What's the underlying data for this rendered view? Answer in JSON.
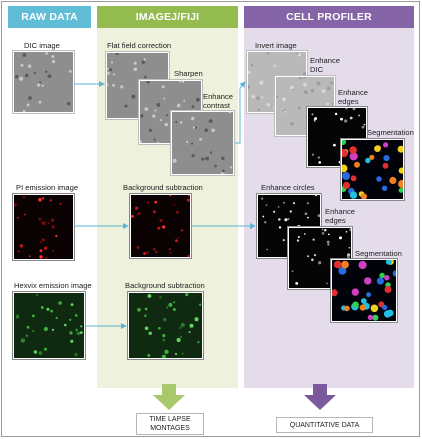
{
  "columns": {
    "raw": {
      "title": "RAW DATA",
      "color": "#60bdd8"
    },
    "imagej": {
      "title": "IMAGEJ/FIJI",
      "color": "#93bb4f",
      "bg": "#eef2dc"
    },
    "cellprofiler": {
      "title": "CELL PROFILER",
      "color": "#8463a6",
      "bg": "#e4dcea"
    }
  },
  "raw_labels": {
    "dic": "DIC image",
    "pi": "PI emission image",
    "hexvix": "Hexvix emission image"
  },
  "imagej_labels": {
    "flat_field": "Flat field correction",
    "sharpen": "Sharpen",
    "enhance_contrast_1": "Enhance",
    "enhance_contrast_2": "contrast",
    "bg_sub_pi": "Background subtraction",
    "bg_sub_hexvix": "Background subtraction"
  },
  "cp_labels": {
    "invert": "Invert image",
    "enhance_dic_1": "Enhance",
    "enhance_dic_2": "DIC",
    "enhance_edges_1a": "Enhance",
    "enhance_edges_1b": "edges",
    "segmentation_1": "Segmentation",
    "enhance_circles": "Enhance circles",
    "enhance_edges_2a": "Enhance",
    "enhance_edges_2b": "edges",
    "segmentation_2": "Segmentation"
  },
  "outputs": {
    "imagej_line1": "TIME LAPSE",
    "imagej_line2": "MONTAGES",
    "cellprofiler": "QUANTITATIVE DATA"
  },
  "arrow_color": "#5fb4d3",
  "down_arrow_green": "#a9c86b",
  "down_arrow_purple": "#7a5a9a"
}
